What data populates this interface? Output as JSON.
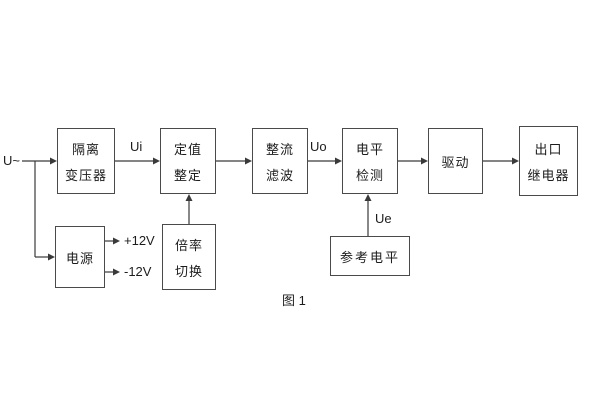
{
  "diagram": {
    "caption": "图 1",
    "labels": {
      "input": "U~",
      "ui": "Ui",
      "uo": "Uo",
      "ue": "Ue",
      "plus12": "+12V",
      "minus12": "-12V"
    },
    "blocks": {
      "transformer": {
        "line1": "隔离",
        "line2": "变压器"
      },
      "setting": {
        "line1": "定值",
        "line2": "整定"
      },
      "rectifier": {
        "line1": "整流",
        "line2": "滤波"
      },
      "level_detect": {
        "line1": "电平",
        "line2": "检测"
      },
      "drive": {
        "label": "驱动"
      },
      "output_relay": {
        "line1": "出口",
        "line2": "继电器"
      },
      "power": {
        "label": "电源"
      },
      "rate_switch": {
        "line1": "倍率",
        "line2": "切换"
      },
      "reference": {
        "label": "参考电平"
      }
    }
  }
}
